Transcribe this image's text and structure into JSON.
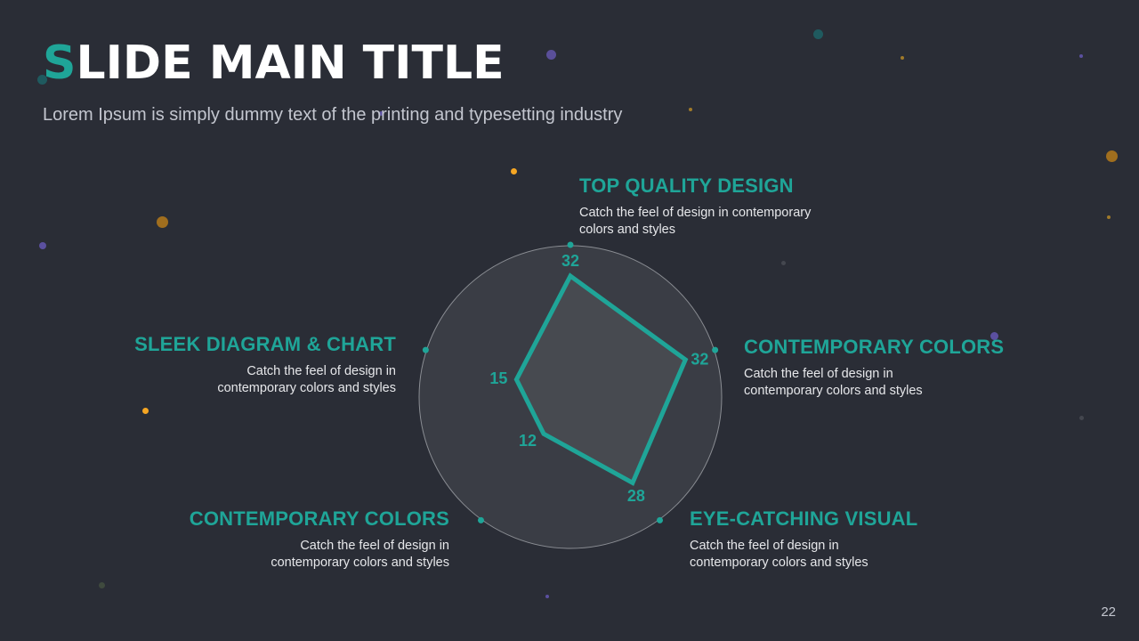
{
  "slide": {
    "title_first": "S",
    "title_rest": "LIDE MAIN TITLE",
    "subtitle": "Lorem Ipsum is simply dummy text of the printing and typesetting industry",
    "page_number": "22"
  },
  "features": [
    {
      "heading": "TOP QUALITY DESIGN",
      "desc": "Catch the feel of  design in contemporary colors and styles"
    },
    {
      "heading": "CONTEMPORARY COLORS",
      "desc": "Catch the feel of  design in contemporary colors and styles"
    },
    {
      "heading": "EYE-CATCHING VISUAL",
      "desc": "Catch the feel of  design in contemporary colors and styles"
    },
    {
      "heading": "CONTEMPORARY COLORS",
      "desc": "Catch the feel of  design in contemporary colors and styles"
    },
    {
      "heading": "SLEEK DIAGRAM & CHART",
      "desc": "Catch the feel of  design in contemporary colors and styles"
    }
  ],
  "chart_data": {
    "type": "radar",
    "categories": [
      "TOP QUALITY DESIGN",
      "CONTEMPORARY COLORS",
      "EYE-CATCHING VISUAL",
      "CONTEMPORARY COLORS",
      "SLEEK DIAGRAM & CHART"
    ],
    "values": [
      32,
      32,
      28,
      12,
      15
    ],
    "rmax": 40,
    "grid": false,
    "legend": "none"
  },
  "colors": {
    "background": "#2a2d36",
    "accent": "#1fa598",
    "circle_fill": "#3a3d45",
    "circle_stroke": "#8a8d93",
    "polygon_fill": "#474a50"
  }
}
